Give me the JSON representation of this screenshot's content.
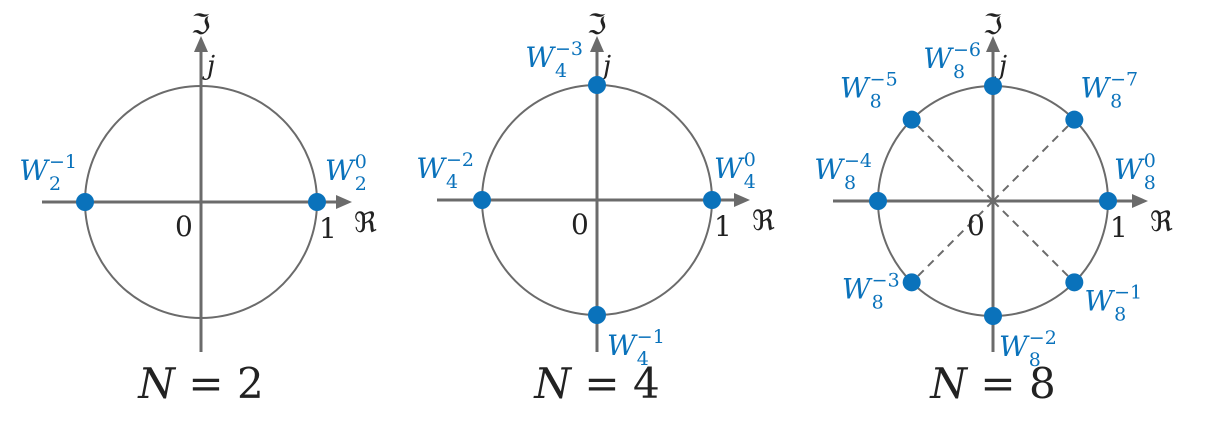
{
  "axis_labels": {
    "real": "ℜ",
    "imag": "ℑ",
    "j": "j",
    "origin": "0",
    "one": "1"
  },
  "diagrams": [
    {
      "caption_var": "N",
      "caption_eq": " = ",
      "n": "2",
      "roots": [
        {
          "angle_deg": 0,
          "symbol": "W",
          "sub": "2",
          "sup": "0"
        },
        {
          "angle_deg": 180,
          "symbol": "W",
          "sub": "2",
          "sup": "−1"
        }
      ]
    },
    {
      "caption_var": "N",
      "caption_eq": " = ",
      "n": "4",
      "roots": [
        {
          "angle_deg": 0,
          "symbol": "W",
          "sub": "4",
          "sup": "0"
        },
        {
          "angle_deg": -90,
          "symbol": "W",
          "sub": "4",
          "sup": "−1"
        },
        {
          "angle_deg": 180,
          "symbol": "W",
          "sub": "4",
          "sup": "−2"
        },
        {
          "angle_deg": 90,
          "symbol": "W",
          "sub": "4",
          "sup": "−3"
        }
      ]
    },
    {
      "caption_var": "N",
      "caption_eq": " = ",
      "n": "8",
      "roots": [
        {
          "angle_deg": 0,
          "symbol": "W",
          "sub": "8",
          "sup": "0"
        },
        {
          "angle_deg": -45,
          "symbol": "W",
          "sub": "8",
          "sup": "−1"
        },
        {
          "angle_deg": -90,
          "symbol": "W",
          "sub": "8",
          "sup": "−2"
        },
        {
          "angle_deg": -135,
          "symbol": "W",
          "sub": "8",
          "sup": "−3"
        },
        {
          "angle_deg": 180,
          "symbol": "W",
          "sub": "8",
          "sup": "−4"
        },
        {
          "angle_deg": 135,
          "symbol": "W",
          "sub": "8",
          "sup": "−5"
        },
        {
          "angle_deg": 90,
          "symbol": "W",
          "sub": "8",
          "sup": "−6"
        },
        {
          "angle_deg": 45,
          "symbol": "W",
          "sub": "8",
          "sup": "−7"
        }
      ]
    }
  ]
}
